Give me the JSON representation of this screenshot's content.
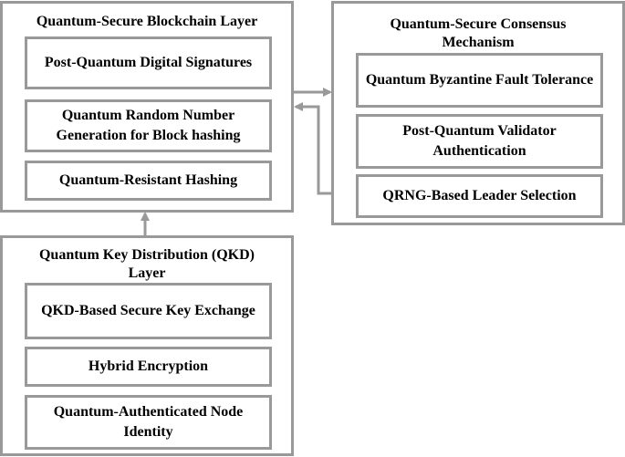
{
  "blockchain_layer": {
    "title": "Quantum-Secure Blockchain Layer",
    "items": [
      "Post-Quantum Digital Signatures",
      "Quantum Random Number Generation for Block hashing",
      "Quantum-Resistant Hashing"
    ]
  },
  "consensus": {
    "title": "Quantum-Secure Consensus Mechanism",
    "items": [
      "Quantum Byzantine Fault Tolerance",
      "Post-Quantum Validator Authentication",
      "QRNG-Based Leader Selection"
    ]
  },
  "qkd_layer": {
    "title": "Quantum Key Distribution (QKD) Layer",
    "items": [
      "QKD-Based Secure Key Exchange",
      "Hybrid Encryption",
      "Quantum-Authenticated Node Identity"
    ]
  },
  "colors": {
    "border": "#999999",
    "connector": "#999999",
    "text": "#000000"
  }
}
